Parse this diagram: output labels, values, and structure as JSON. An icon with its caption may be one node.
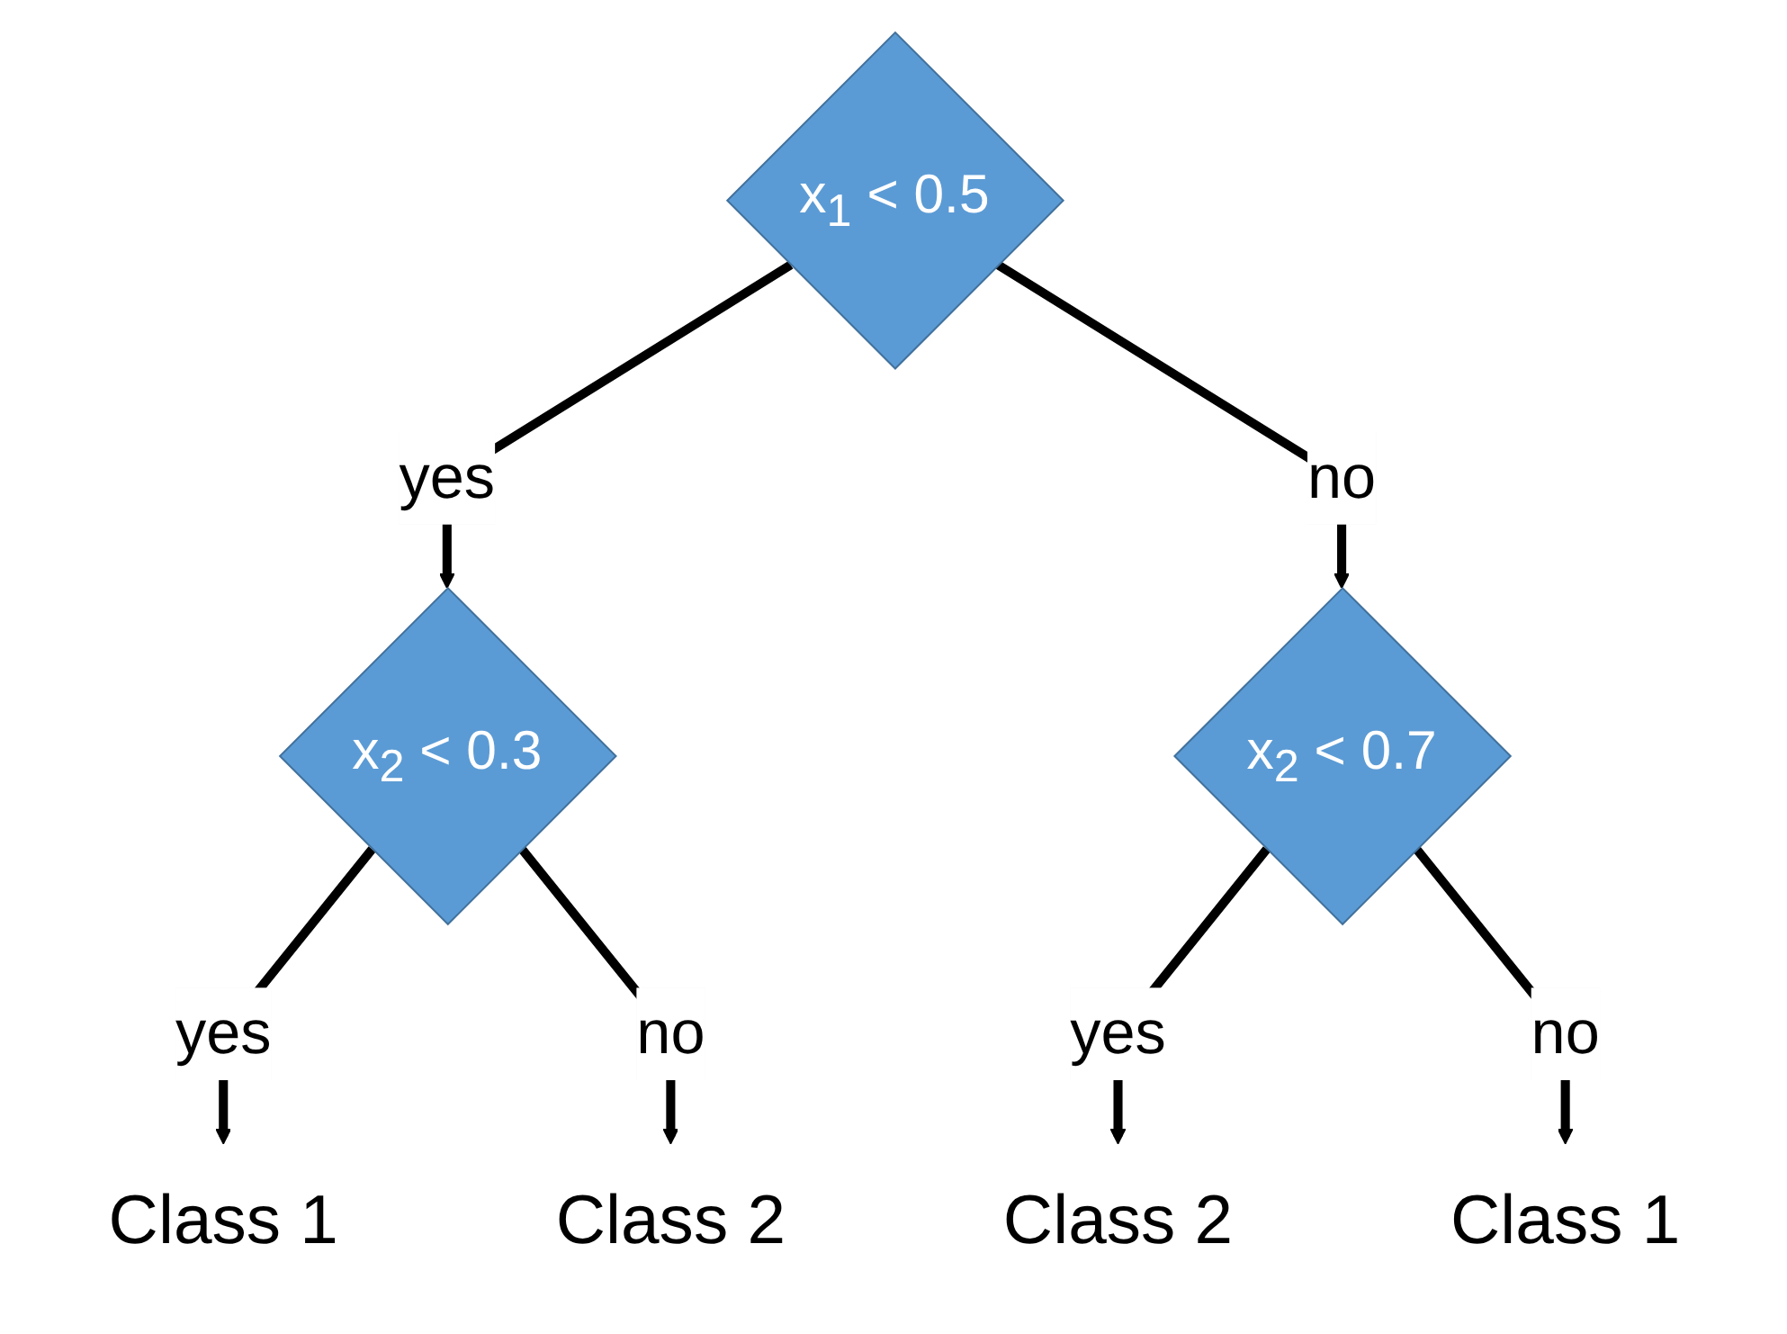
{
  "diagram": {
    "nodes": [
      {
        "text": [
          "x$_{1}$ < 0.5"
        ]
      },
      {
        "text": [
          "x$_{2}$ < 0.3"
        ]
      },
      {
        "text": [
          "x$_{2}$ < 0.7"
        ]
      },
      {
        "text": [
          "Class 1"
        ]
      },
      {
        "text": [
          "Class 2"
        ]
      },
      {
        "text": [
          "Class 2"
        ]
      },
      {
        "text": [
          "Class 1"
        ]
      }
    ],
    "edges": [
      {
        "from": 0,
        "to": 1,
        "arrow": "to",
        "label": "yes"
      },
      {
        "from": 0,
        "to": 2,
        "arrow": "to",
        "label": "no"
      },
      {
        "from": 1,
        "to": 3,
        "arrow": "to",
        "label": "yes"
      },
      {
        "from": 1,
        "to": 4,
        "arrow": "to",
        "label": "no"
      },
      {
        "from": 2,
        "to": 5,
        "arrow": "to",
        "label": "yes"
      },
      {
        "from": 2,
        "to": 6,
        "arrow": "to",
        "label": "no"
      }
    ]
  }
}
